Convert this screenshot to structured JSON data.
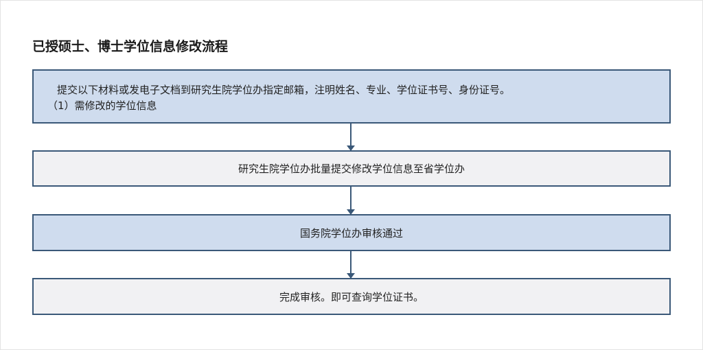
{
  "title": "已授硕士、博士学位信息修改流程",
  "steps": [
    {
      "line1": "提交以下材料或发电子文档到研究生院学位办指定邮箱，注明姓名、专业、学位证书号、身份证号。",
      "line2": "（1）需修改的学位信息"
    },
    {
      "text": "研究生院学位办批量提交修改学位信息至省学位办"
    },
    {
      "text": "国务院学位办审核通过"
    },
    {
      "text": "完成审核。即可查询学位证书。"
    }
  ],
  "colors": {
    "step_blue_fill": "#cfdcee",
    "step_gray_fill": "#f1f1f3",
    "border_and_arrow": "#3a5878"
  }
}
